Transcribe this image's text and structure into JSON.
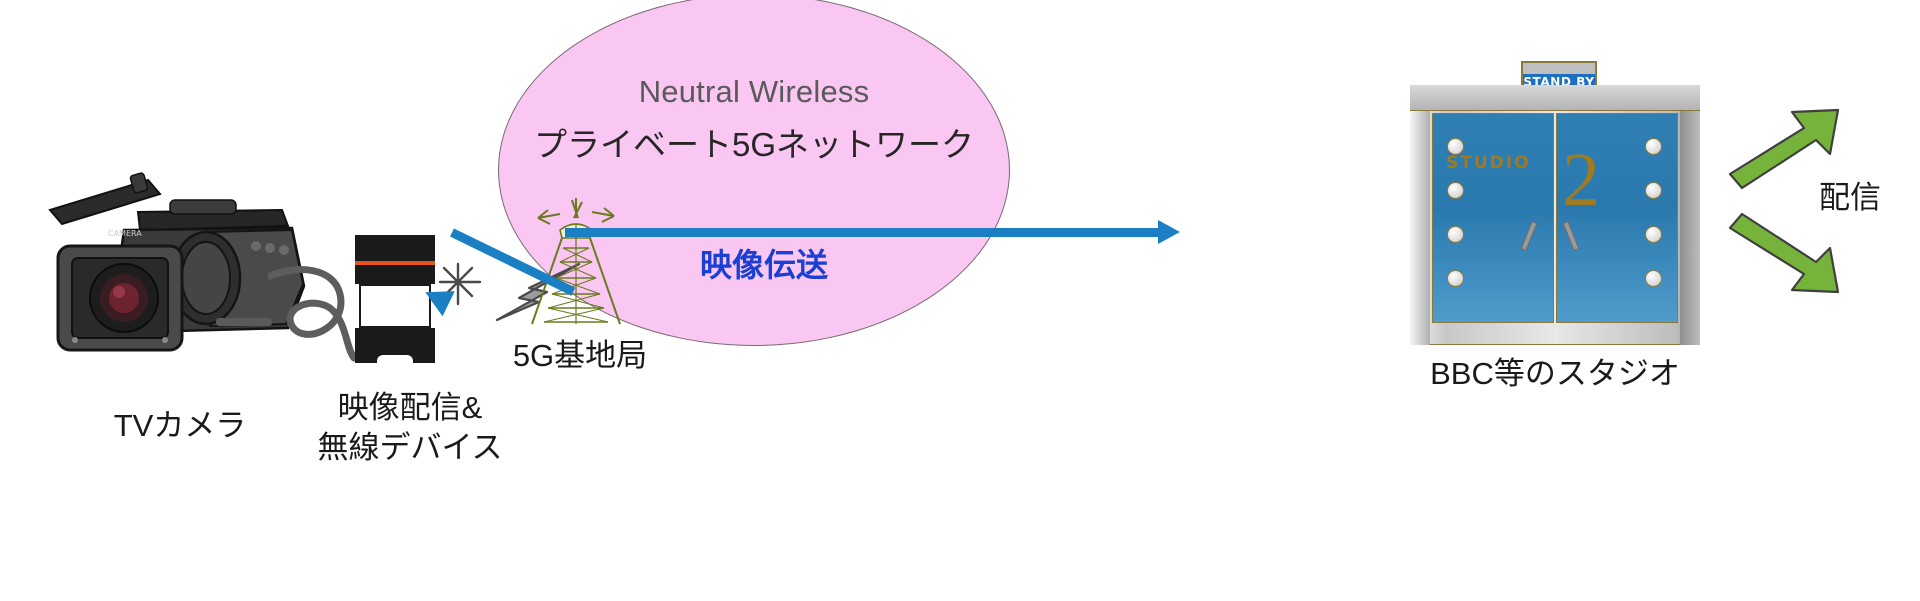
{
  "diagram": {
    "type": "network-architecture",
    "cloud": {
      "title": "Neutral Wireless",
      "subtitle": "プライベート5Gネットワーク",
      "fill_color": "#f9c7f2",
      "stroke_color": "#7a6a75"
    },
    "link": {
      "label": "映像伝送",
      "color": "#1a3fd4",
      "line_color": "#1b7fc4"
    },
    "nodes": [
      {
        "id": "tv-camera",
        "label": "TVカメラ"
      },
      {
        "id": "wireless-device",
        "label": "映像配信&\n無線デバイス",
        "line1": "映像配信&",
        "line2": "無線デバイス"
      },
      {
        "id": "base-station",
        "label": "5G基地局"
      },
      {
        "id": "studio",
        "label": "BBC等のスタジオ"
      },
      {
        "id": "distribution",
        "label": "配信"
      }
    ],
    "studio_sign": {
      "standby_text": "STAND BY",
      "standby_color": "#1d6fc0",
      "studio_word": "STUDIO",
      "studio_number": "2",
      "door_color": "#2f7fb5",
      "trim_color": "#8a7a3a"
    },
    "distribution_arrows": {
      "count": 2,
      "color": "#76b33a",
      "direction": "outgoing"
    }
  }
}
